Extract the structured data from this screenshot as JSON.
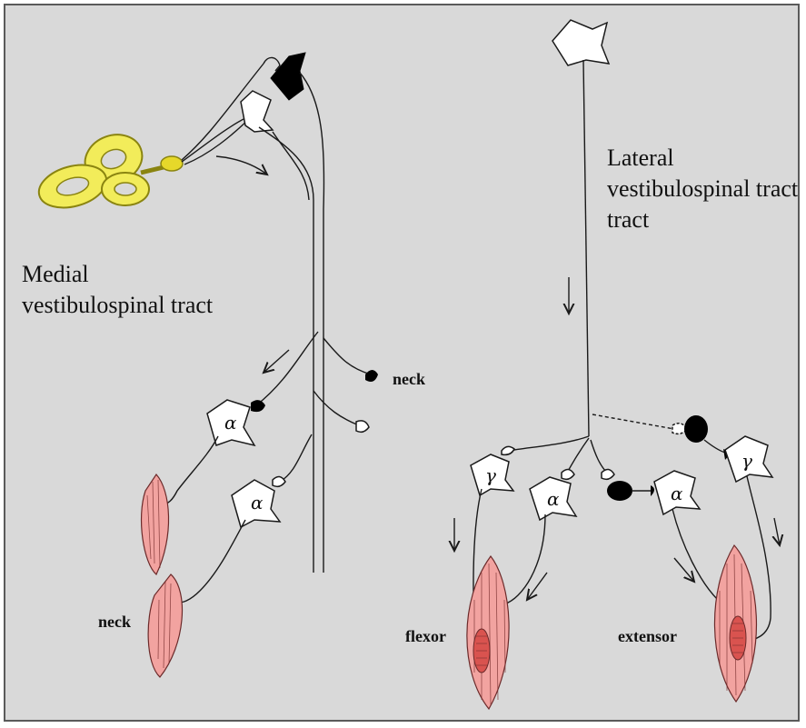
{
  "labels": {
    "medial_line1": "Medial",
    "medial_line2": "vestibulospinal tract",
    "lateral_line1": "Lateral",
    "lateral_line2": "vestibulospinal tract",
    "lateral_line3": "tract",
    "neck_upper": "neck",
    "neck_lower": "neck",
    "flexor": "flexor",
    "extensor": "extensor",
    "alpha": "α",
    "gamma": "γ"
  },
  "colors": {
    "background": "#d9d9d9",
    "labyrinth": "#f2ec5a",
    "labyrinth_stroke": "#8a8410",
    "ganglion": "#e6d82a",
    "muscle": "#f2a3a0",
    "spindle": "#d9534f",
    "neuron_fill": "#ffffff",
    "black_neuron": "#000000"
  }
}
